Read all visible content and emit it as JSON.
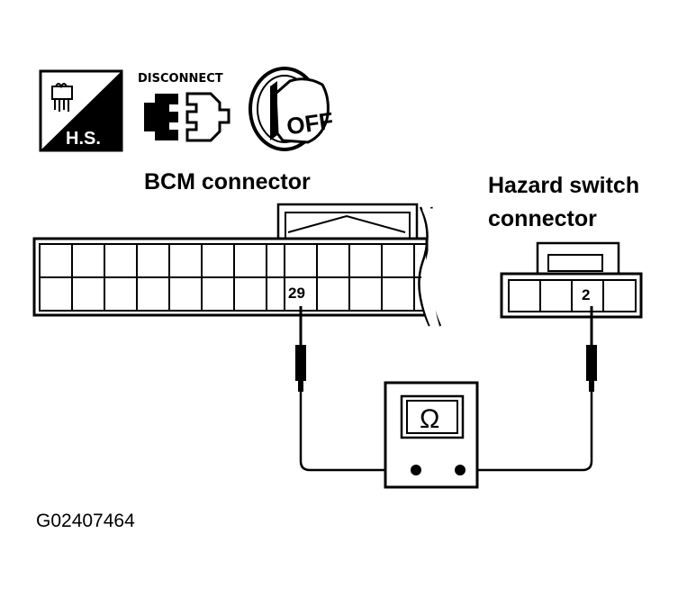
{
  "icons": {
    "hs_label": "H.S.",
    "disconnect_label": "DISCONNECT",
    "off_label": "OFF"
  },
  "bcm": {
    "title": "BCM connector",
    "pin": "29"
  },
  "hazard": {
    "title_line1": "Hazard switch",
    "title_line2": "connector",
    "pin": "2"
  },
  "meter": {
    "symbol": "Ω"
  },
  "figure_code": "G02407464"
}
